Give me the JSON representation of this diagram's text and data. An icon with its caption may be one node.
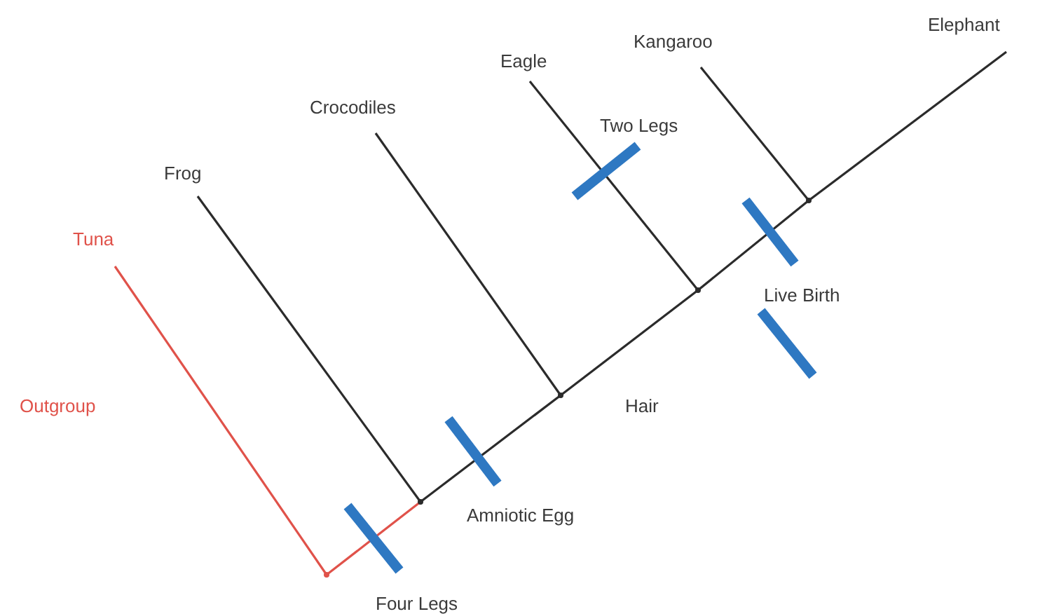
{
  "diagram": {
    "nodes": [
      {
        "text": [
          "Tuna"
        ]
      },
      {
        "text": [
          "Frog"
        ]
      },
      {
        "text": [
          "Crocodiles"
        ]
      },
      {
        "text": [
          "Eagle"
        ]
      },
      {
        "text": [
          "Kangaroo"
        ]
      },
      {
        "text": [
          "Elephant"
        ]
      },
      {
        "text": [],
        "shape": "point"
      },
      {
        "text": [],
        "shape": "point"
      },
      {
        "text": [],
        "shape": "point"
      },
      {
        "text": [],
        "shape": "point"
      },
      {
        "text": [],
        "shape": "point"
      }
    ],
    "edges": [
      {
        "from": 6,
        "to": 0,
        "arrow": "none",
        "color": "#e0524a"
      },
      {
        "from": 6,
        "to": 7,
        "arrow": "none",
        "color": "#e0524a"
      },
      {
        "from": 7,
        "to": 1,
        "arrow": "none"
      },
      {
        "from": 7,
        "to": 8,
        "arrow": "none"
      },
      {
        "from": 8,
        "to": 2,
        "arrow": "none"
      },
      {
        "from": 8,
        "to": 9,
        "arrow": "none"
      },
      {
        "from": 9,
        "to": 3,
        "arrow": "none"
      },
      {
        "from": 9,
        "to": 10,
        "arrow": "none"
      },
      {
        "from": 10,
        "to": 4,
        "arrow": "none"
      },
      {
        "from": 10,
        "to": 5,
        "arrow": "none"
      }
    ],
    "labels": [
      "Outgroup",
      "Two Legs",
      "Live Birth",
      "Hair",
      "Amniotic Egg",
      "Four Legs"
    ]
  }
}
